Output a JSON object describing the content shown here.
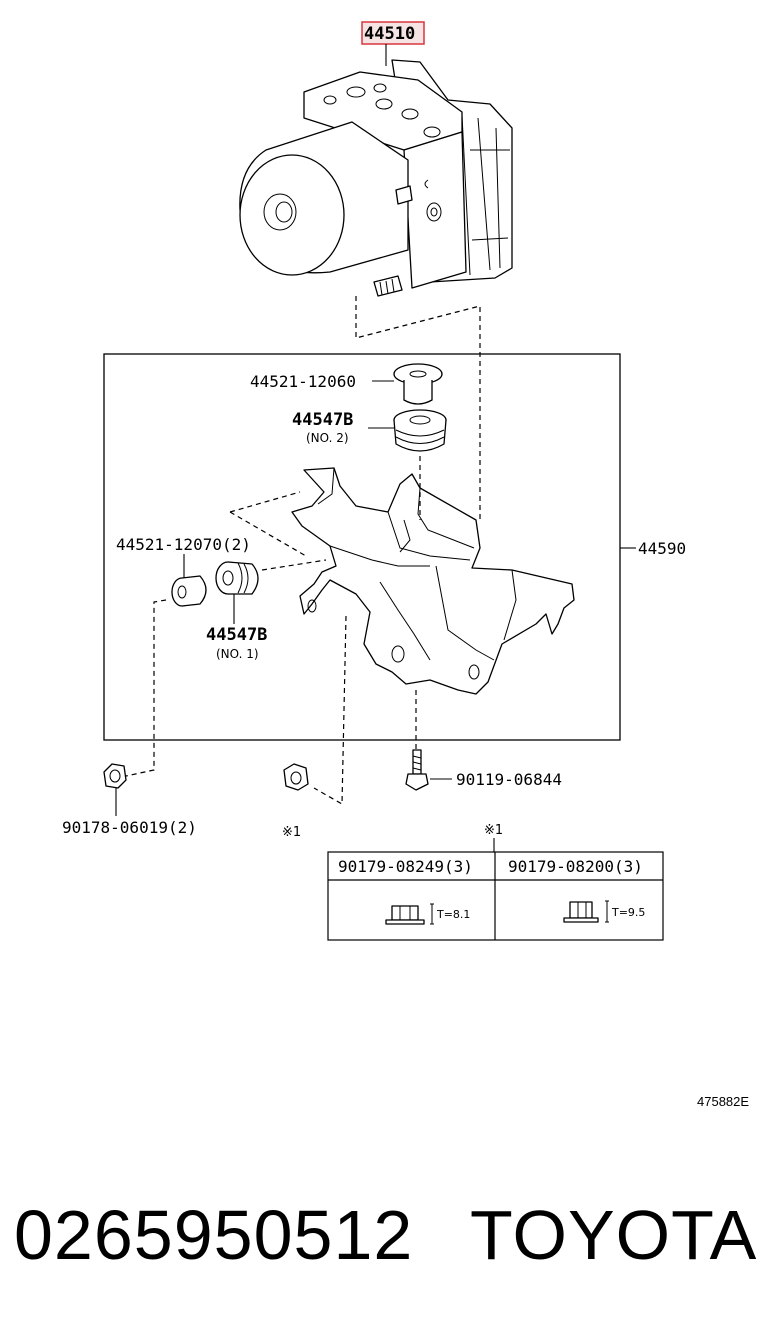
{
  "diagram": {
    "highlight_color": "#d9363e",
    "callouts": {
      "abs_actuator": "44510",
      "bracket_assembly": "44590",
      "upper_grommet_collar": "44521-12060",
      "upper_cushion": "44547B",
      "upper_cushion_note": "(NO. 2)",
      "side_collar": "44521-12070(2)",
      "side_cushion": "44547B",
      "side_cushion_note": "(NO. 1)",
      "bolt": "90119-06844",
      "side_nut": "90178-06019(2)",
      "nut_mark_left": "※1",
      "nut_mark_right": "※1"
    },
    "nut_table": {
      "headers": [
        "90179-08249(3)",
        "90179-08200(3)"
      ],
      "thickness": [
        "T=8.1",
        "T=9.5"
      ]
    },
    "reference_code": "475882E"
  },
  "footer": {
    "part_number": "0265950512",
    "brand": "TOYOTA"
  }
}
